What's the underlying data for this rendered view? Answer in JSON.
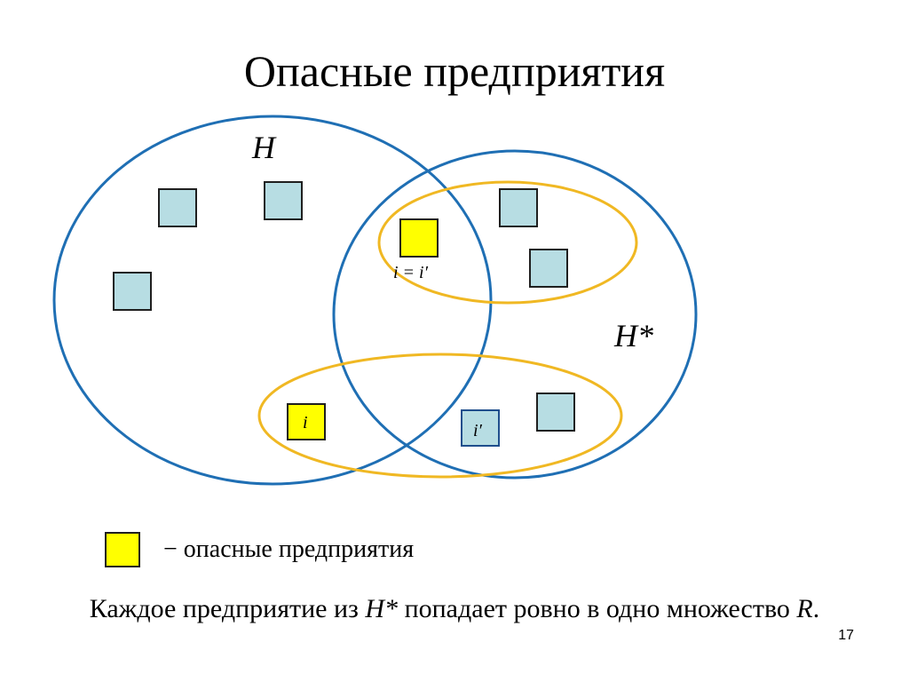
{
  "title": "Опасные предприятия",
  "sets": {
    "h_label": "H",
    "h_star_label": "H*"
  },
  "boxes": {
    "overlap_label": "i = i′",
    "i_label": "i",
    "i_prime_label": "i′"
  },
  "legend": {
    "text": "− опасные предприятия"
  },
  "caption": {
    "part1": "Каждое предприятие из ",
    "h_star": "H*",
    "part2": " попадает ровно в одно множество ",
    "r": "R",
    "part3": "."
  },
  "page_number": "17",
  "colors": {
    "set_outline": "#1f6fb4",
    "group_outline": "#f0b823",
    "ordinary_fill": "#b7dde3",
    "hazardous_fill": "#ffff00",
    "box_border": "#1f1f1f",
    "i_prime_border": "#1f4e8c"
  }
}
